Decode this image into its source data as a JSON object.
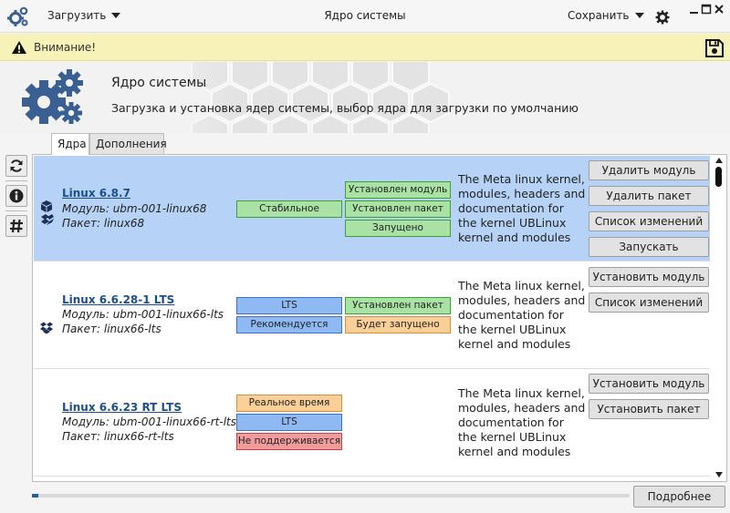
{
  "titlebar": {
    "load_label": "Загрузить",
    "title": "Ядро системы",
    "save_label": "Сохранить"
  },
  "warning": {
    "text": "Внимание!"
  },
  "header": {
    "title": "Ядро системы",
    "subtitle": "Загрузка и установка ядер системы, выбор ядра для загрузки по умолчанию"
  },
  "tabs": [
    {
      "label": "Ядра",
      "active": true
    },
    {
      "label": "Дополнения",
      "active": false
    }
  ],
  "sidebar": {
    "icons": [
      "refresh-icon",
      "info-icon",
      "hash-icon"
    ]
  },
  "kernels": [
    {
      "name": "Linux 6.8.7",
      "module": "Модуль: ubm-001-linux68",
      "package": "Пакет: linux68",
      "selected": true,
      "badges_left": [
        "Стабильное"
      ],
      "badges_right": [
        "Установлен модуль",
        "Установлен пакет",
        "Запущено"
      ],
      "description": "The Meta linux kernel, modules, headers and documentation for the kernel UBLinux kernel and modules",
      "actions": [
        "Удалить модуль",
        "Удалить пакет",
        "Список изменений",
        "Запускать"
      ]
    },
    {
      "name": "Linux 6.6.28-1 LTS",
      "module": "Модуль: ubm-001-linux66-lts",
      "package": "Пакет: linux66-lts",
      "selected": false,
      "badges_left": [
        "LTS",
        "Рекомендуется"
      ],
      "badges_right": [
        "Установлен пакет",
        "Будет запущено"
      ],
      "description": "The Meta linux kernel, modules, headers and documentation for the kernel UBLinux kernel and modules",
      "actions": [
        "Установить модуль",
        "Список изменений"
      ]
    },
    {
      "name": "Linux 6.6.23 RT LTS",
      "module": "Модуль: ubm-001-linux66-rt-lts",
      "package": "Пакет: linux66-rt-lts",
      "selected": false,
      "badges_left": [
        "Реальное время",
        "LTS",
        "Не поддерживается"
      ],
      "badges_right": [],
      "description": "The Meta linux kernel, modules, headers and documentation for the kernel UBLinux kernel and modules",
      "actions": [
        "Установить модуль",
        "Установить пакет"
      ]
    }
  ],
  "colors": {
    "selected_row": "#b6d2f6",
    "badge_green": "#a9e2a4",
    "badge_blue": "#8fb9f3",
    "badge_orange": "#fbcf98",
    "badge_red": "#f19c9c",
    "link": "#1b4f8c",
    "warning_bg": "#f7f3b8"
  },
  "footer": {
    "progress": 0.01,
    "details_label": "Подробнее"
  }
}
